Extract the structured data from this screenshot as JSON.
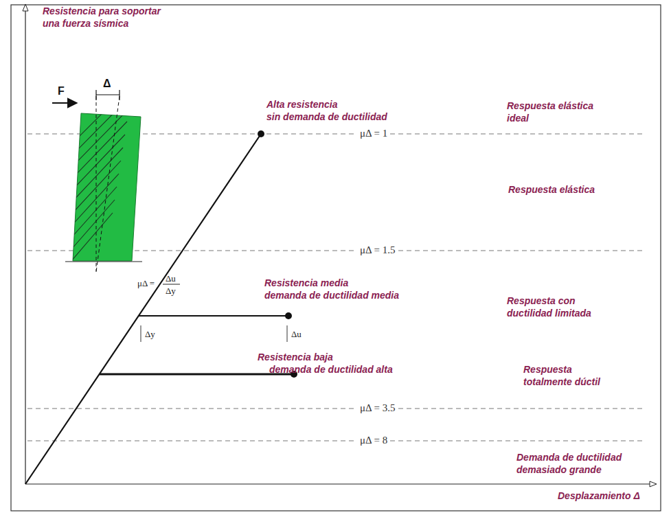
{
  "diagram": {
    "labels": [
      "Resistencia para soportar",
      "una fuerza sísmica",
      "F",
      "Δ",
      "Alta resistencia",
      "sin demanda de ductilidad",
      "μΔ = 1",
      "Respuesta elástica",
      "ideal",
      "Respuesta elástica",
      "μΔ = 1.5",
      "μΔ =",
      "Δu",
      "Δy",
      "Resistencia media",
      "demanda de ductilidad media",
      "Respuesta con",
      "ductilidad limitada",
      "Δy",
      "Δu",
      "μΔ = 3.5",
      "Resistencia baja",
      "demanda de ductilidad alta",
      "Respuesta",
      "totalmente dúctil",
      "μΔ = 8",
      "Demanda de ductilidad",
      "demasiado grande",
      "Desplazamiento Δ"
    ]
  }
}
